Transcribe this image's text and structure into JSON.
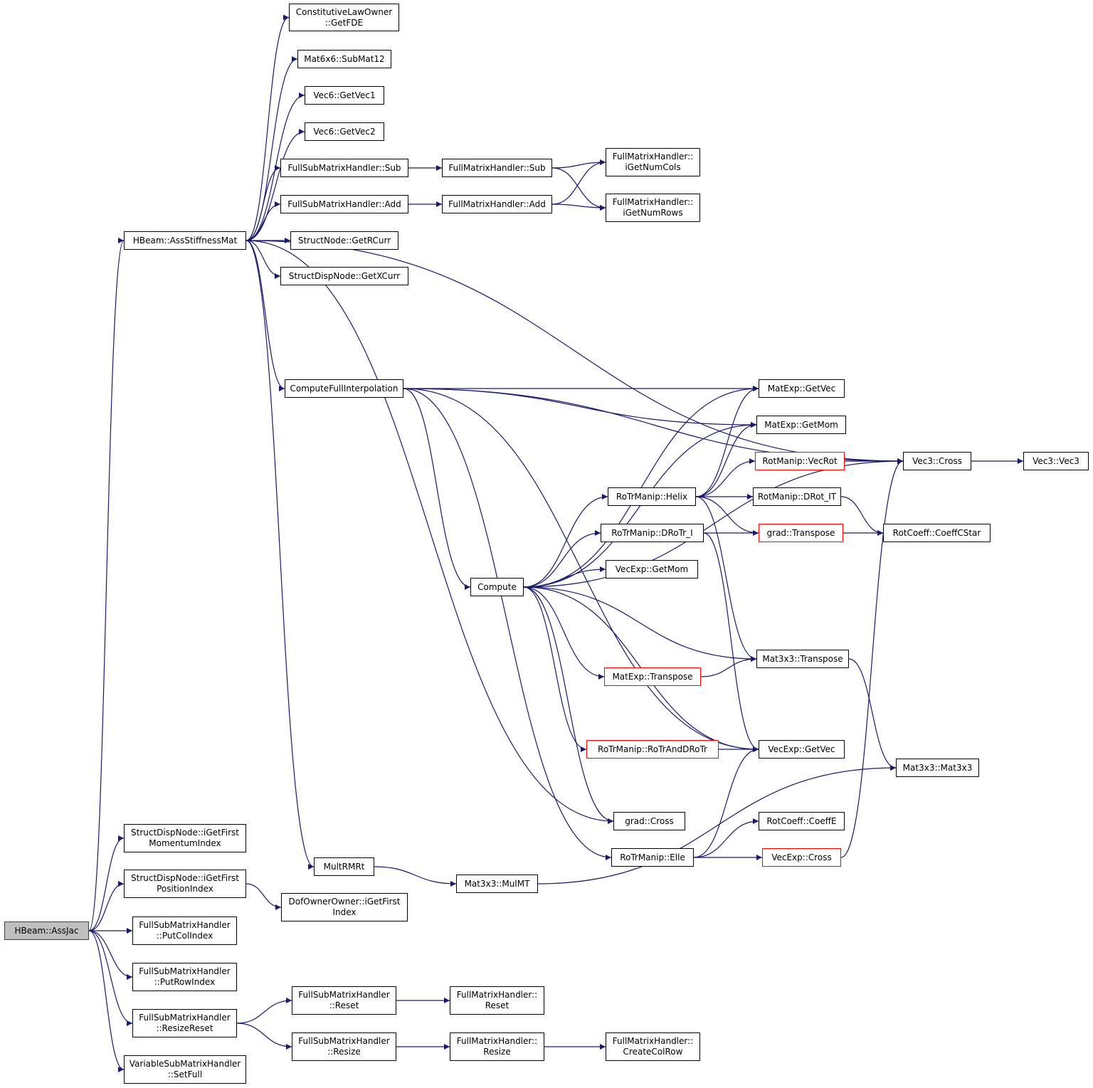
{
  "diagram": {
    "title": "HBeam::AssJac call graph",
    "edge_color": "#191970",
    "current_node_fill": "#bfbfbf",
    "truncated_border": "#ff0000",
    "nodes": [
      {
        "id": "assjac",
        "lines": [
          "HBeam::AssJac"
        ],
        "style": "current"
      },
      {
        "id": "assstiff",
        "lines": [
          "HBeam::AssStiffnessMat"
        ],
        "style": "normal"
      },
      {
        "id": "getfde",
        "lines": [
          "ConstitutiveLawOwner",
          "::GetFDE"
        ],
        "style": "normal"
      },
      {
        "id": "submat12",
        "lines": [
          "Mat6x6::SubMat12"
        ],
        "style": "normal"
      },
      {
        "id": "getvec1",
        "lines": [
          "Vec6::GetVec1"
        ],
        "style": "normal"
      },
      {
        "id": "getvec2",
        "lines": [
          "Vec6::GetVec2"
        ],
        "style": "normal"
      },
      {
        "id": "fsmh_sub",
        "lines": [
          "FullSubMatrixHandler::Sub"
        ],
        "style": "normal"
      },
      {
        "id": "fsmh_add",
        "lines": [
          "FullSubMatrixHandler::Add"
        ],
        "style": "normal"
      },
      {
        "id": "getrcurr",
        "lines": [
          "StructNode::GetRCurr"
        ],
        "style": "normal"
      },
      {
        "id": "getxcurr",
        "lines": [
          "StructDispNode::GetXCurr"
        ],
        "style": "normal"
      },
      {
        "id": "fmh_sub",
        "lines": [
          "FullMatrixHandler::Sub"
        ],
        "style": "normal"
      },
      {
        "id": "fmh_add",
        "lines": [
          "FullMatrixHandler::Add"
        ],
        "style": "normal"
      },
      {
        "id": "numcols",
        "lines": [
          "FullMatrixHandler::",
          "iGetNumCols"
        ],
        "style": "normal"
      },
      {
        "id": "numrows",
        "lines": [
          "FullMatrixHandler::",
          "iGetNumRows"
        ],
        "style": "normal"
      },
      {
        "id": "cfi",
        "lines": [
          "ComputeFullInterpolation"
        ],
        "style": "normal"
      },
      {
        "id": "compute",
        "lines": [
          "Compute"
        ],
        "style": "normal"
      },
      {
        "id": "matexp_getvec",
        "lines": [
          "MatExp::GetVec"
        ],
        "style": "normal"
      },
      {
        "id": "matexp_getmom",
        "lines": [
          "MatExp::GetMom"
        ],
        "style": "normal"
      },
      {
        "id": "vecrot",
        "lines": [
          "RotManip::VecRot"
        ],
        "style": "red"
      },
      {
        "id": "vec3cross",
        "lines": [
          "Vec3::Cross"
        ],
        "style": "normal"
      },
      {
        "id": "vec3vec3",
        "lines": [
          "Vec3::Vec3"
        ],
        "style": "normal"
      },
      {
        "id": "helix",
        "lines": [
          "RoTrManip::Helix"
        ],
        "style": "normal"
      },
      {
        "id": "drot_it",
        "lines": [
          "RotManip::DRot_IT"
        ],
        "style": "normal"
      },
      {
        "id": "grad_transpose",
        "lines": [
          "grad::Transpose"
        ],
        "style": "red"
      },
      {
        "id": "drotr_i",
        "lines": [
          "RoTrManip::DRoTr_I"
        ],
        "style": "normal"
      },
      {
        "id": "coeffcstar",
        "lines": [
          "RotCoeff::CoeffCStar"
        ],
        "style": "normal"
      },
      {
        "id": "vecexp_getmom",
        "lines": [
          "VecExp::GetMom"
        ],
        "style": "normal"
      },
      {
        "id": "mat3_transpose",
        "lines": [
          "Mat3x3::Transpose"
        ],
        "style": "normal"
      },
      {
        "id": "matexp_transpose",
        "lines": [
          "MatExp::Transpose"
        ],
        "style": "red"
      },
      {
        "id": "rotranddrotr",
        "lines": [
          "RoTrManip::RoTrAndDRoTr"
        ],
        "style": "red"
      },
      {
        "id": "vecexp_getvec",
        "lines": [
          "VecExp::GetVec"
        ],
        "style": "normal"
      },
      {
        "id": "mat3x3",
        "lines": [
          "Mat3x3::Mat3x3"
        ],
        "style": "normal"
      },
      {
        "id": "grad_cross",
        "lines": [
          "grad::Cross"
        ],
        "style": "normal"
      },
      {
        "id": "coeffe",
        "lines": [
          "RotCoeff::CoeffE"
        ],
        "style": "normal"
      },
      {
        "id": "elle",
        "lines": [
          "RoTrManip::Elle"
        ],
        "style": "normal"
      },
      {
        "id": "vecexp_cross",
        "lines": [
          "VecExp::Cross"
        ],
        "style": "red"
      },
      {
        "id": "multrmrt",
        "lines": [
          "MultRMRt"
        ],
        "style": "normal"
      },
      {
        "id": "mulmt",
        "lines": [
          "Mat3x3::MulMT"
        ],
        "style": "normal"
      },
      {
        "id": "momidx",
        "lines": [
          "StructDispNode::iGetFirst",
          "MomentumIndex"
        ],
        "style": "normal"
      },
      {
        "id": "posidx",
        "lines": [
          "StructDispNode::iGetFirst",
          "PositionIndex"
        ],
        "style": "normal"
      },
      {
        "id": "dofidx",
        "lines": [
          "DofOwnerOwner::iGetFirst",
          "Index"
        ],
        "style": "normal"
      },
      {
        "id": "putcol",
        "lines": [
          "FullSubMatrixHandler",
          "::PutColIndex"
        ],
        "style": "normal"
      },
      {
        "id": "putrow",
        "lines": [
          "FullSubMatrixHandler",
          "::PutRowIndex"
        ],
        "style": "normal"
      },
      {
        "id": "resizereset",
        "lines": [
          "FullSubMatrixHandler",
          "::ResizeReset"
        ],
        "style": "normal"
      },
      {
        "id": "fsmh_reset",
        "lines": [
          "FullSubMatrixHandler",
          "::Reset"
        ],
        "style": "normal"
      },
      {
        "id": "fsmh_resize",
        "lines": [
          "FullSubMatrixHandler",
          "::Resize"
        ],
        "style": "normal"
      },
      {
        "id": "fmh_reset",
        "lines": [
          "FullMatrixHandler::",
          "Reset"
        ],
        "style": "normal"
      },
      {
        "id": "fmh_resize",
        "lines": [
          "FullMatrixHandler::",
          "Resize"
        ],
        "style": "normal"
      },
      {
        "id": "createcolrow",
        "lines": [
          "FullMatrixHandler::",
          "CreateColRow"
        ],
        "style": "normal"
      },
      {
        "id": "setfull",
        "lines": [
          "VariableSubMatrixHandler",
          "::SetFull"
        ],
        "style": "normal"
      }
    ],
    "edges": [
      [
        "assjac",
        "assstiff"
      ],
      [
        "assjac",
        "momidx"
      ],
      [
        "assjac",
        "posidx"
      ],
      [
        "assjac",
        "putcol"
      ],
      [
        "assjac",
        "putrow"
      ],
      [
        "assjac",
        "resizereset"
      ],
      [
        "assjac",
        "setfull"
      ],
      [
        "assstiff",
        "getfde"
      ],
      [
        "assstiff",
        "submat12"
      ],
      [
        "assstiff",
        "getvec1"
      ],
      [
        "assstiff",
        "getvec2"
      ],
      [
        "assstiff",
        "fsmh_sub"
      ],
      [
        "assstiff",
        "fsmh_add"
      ],
      [
        "assstiff",
        "getrcurr"
      ],
      [
        "assstiff",
        "getxcurr"
      ],
      [
        "assstiff",
        "vec3cross"
      ],
      [
        "assstiff",
        "cfi"
      ],
      [
        "assstiff",
        "grad_cross"
      ],
      [
        "assstiff",
        "multrmrt"
      ],
      [
        "fsmh_sub",
        "fmh_sub"
      ],
      [
        "fsmh_add",
        "fmh_add"
      ],
      [
        "fmh_sub",
        "numcols"
      ],
      [
        "fmh_sub",
        "numrows"
      ],
      [
        "fmh_add",
        "numcols"
      ],
      [
        "fmh_add",
        "numrows"
      ],
      [
        "cfi",
        "vec3cross"
      ],
      [
        "cfi",
        "matexp_getvec"
      ],
      [
        "cfi",
        "matexp_getmom"
      ],
      [
        "cfi",
        "compute"
      ],
      [
        "cfi",
        "vecexp_getvec"
      ],
      [
        "cfi",
        "elle"
      ],
      [
        "compute",
        "matexp_getvec"
      ],
      [
        "compute",
        "matexp_getmom"
      ],
      [
        "compute",
        "helix"
      ],
      [
        "compute",
        "drotr_i"
      ],
      [
        "compute",
        "vecexp_getmom"
      ],
      [
        "compute",
        "vec3cross"
      ],
      [
        "compute",
        "mat3_transpose"
      ],
      [
        "compute",
        "matexp_transpose"
      ],
      [
        "compute",
        "vecexp_getvec"
      ],
      [
        "compute",
        "rotranddrotr"
      ],
      [
        "compute",
        "grad_cross"
      ],
      [
        "helix",
        "matexp_getvec"
      ],
      [
        "helix",
        "matexp_getmom"
      ],
      [
        "helix",
        "vecrot"
      ],
      [
        "helix",
        "drot_it"
      ],
      [
        "helix",
        "grad_transpose"
      ],
      [
        "helix",
        "mat3_transpose"
      ],
      [
        "vecrot",
        "vec3cross"
      ],
      [
        "vec3cross",
        "vec3vec3"
      ],
      [
        "drot_it",
        "coeffcstar"
      ],
      [
        "drotr_i",
        "coeffcstar"
      ],
      [
        "drotr_i",
        "vecexp_getvec"
      ],
      [
        "matexp_transpose",
        "mat3_transpose"
      ],
      [
        "mat3_transpose",
        "mat3x3"
      ],
      [
        "rotranddrotr",
        "vecexp_getvec"
      ],
      [
        "elle",
        "vecexp_getvec"
      ],
      [
        "elle",
        "coeffe"
      ],
      [
        "elle",
        "vecexp_cross"
      ],
      [
        "vecexp_cross",
        "vec3cross"
      ],
      [
        "multrmrt",
        "mulmt"
      ],
      [
        "mulmt",
        "mat3x3"
      ],
      [
        "posidx",
        "dofidx"
      ],
      [
        "resizereset",
        "fsmh_reset"
      ],
      [
        "resizereset",
        "fsmh_resize"
      ],
      [
        "fsmh_reset",
        "fmh_reset"
      ],
      [
        "fsmh_resize",
        "fmh_resize"
      ],
      [
        "fmh_resize",
        "createcolrow"
      ]
    ]
  }
}
